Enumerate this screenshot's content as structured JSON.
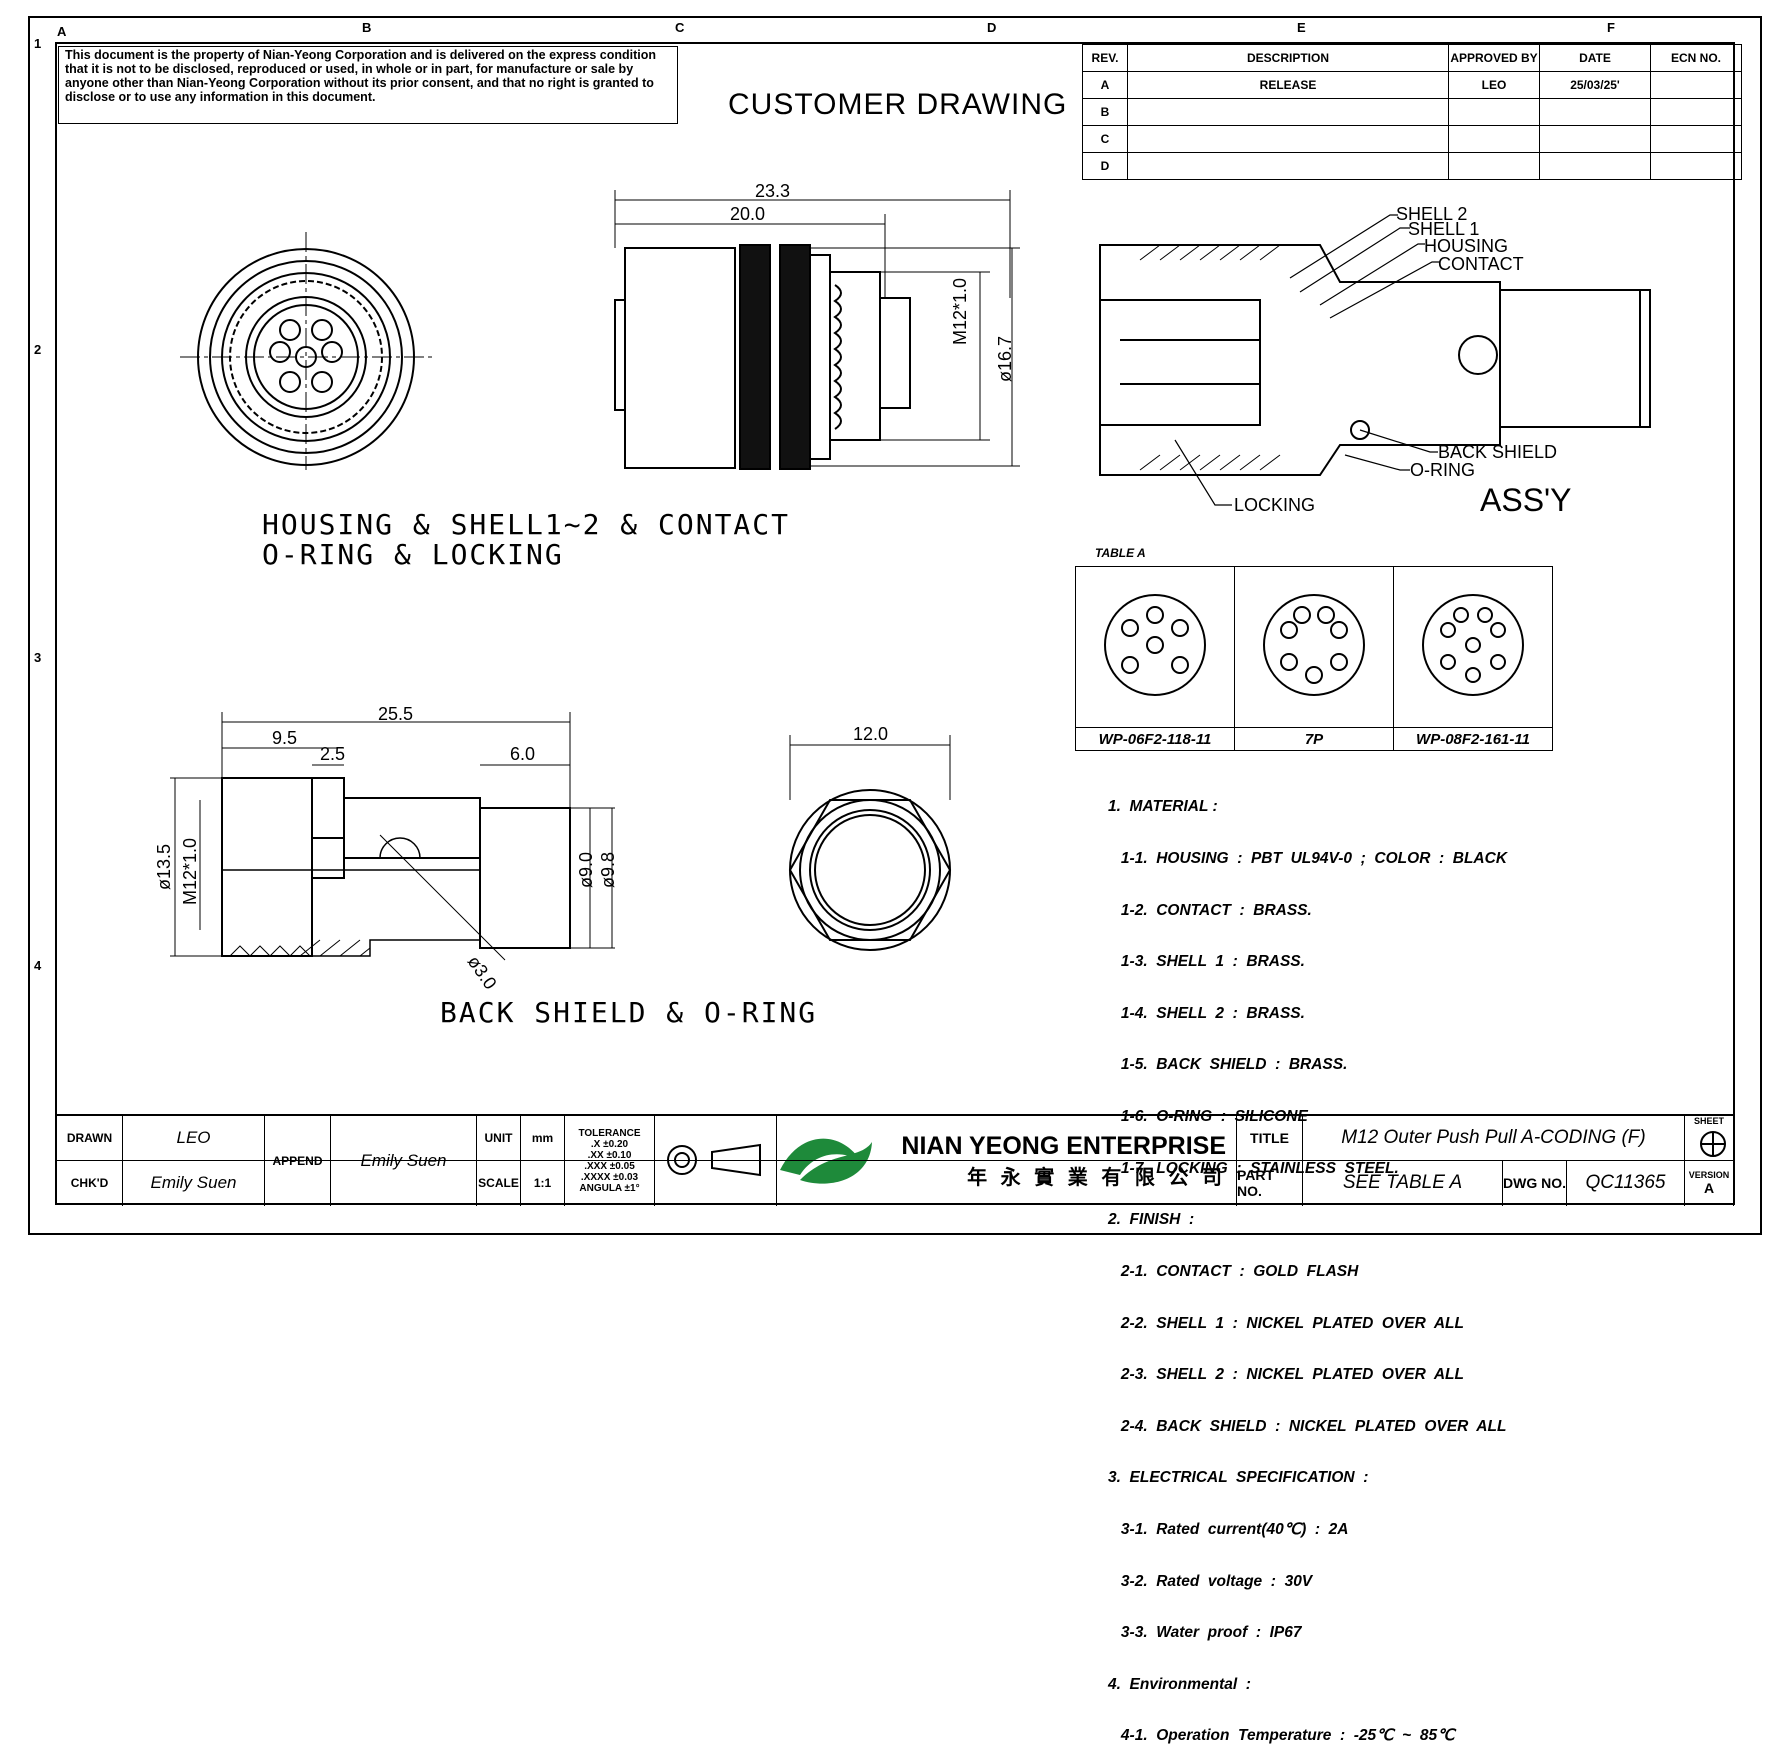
{
  "zones": {
    "top": [
      "A",
      "B",
      "C",
      "D",
      "E",
      "F"
    ],
    "left": [
      "1",
      "2",
      "3",
      "4"
    ]
  },
  "notice": "This document is the property of Nian-Yeong Corporation and is delivered on the express condition that it is not to be disclosed, reproduced or used, in whole or in part, for manufacture or sale by anyone other than Nian-Yeong Corporation without its prior consent, and that no right is granted to disclose or to use any information in this document.",
  "header_title": "CUSTOMER DRAWING",
  "revision_table": {
    "headers": [
      "REV.",
      "DESCRIPTION",
      "APPROVED BY",
      "DATE",
      "ECN NO."
    ],
    "rows": [
      {
        "rev": "A",
        "description": "RELEASE",
        "approved_by": "LEO",
        "date": "25/03/25'",
        "ecn": ""
      },
      {
        "rev": "B",
        "description": "",
        "approved_by": "",
        "date": "",
        "ecn": ""
      },
      {
        "rev": "C",
        "description": "",
        "approved_by": "",
        "date": "",
        "ecn": ""
      },
      {
        "rev": "D",
        "description": "",
        "approved_by": "",
        "date": "",
        "ecn": ""
      }
    ]
  },
  "view1": {
    "dims": {
      "d1": "23.3",
      "d2": "20.0",
      "thread": "M12*1.0",
      "dia": "ø16.7"
    },
    "caption_line1": "HOUSING & SHELL1~2 & CONTACT",
    "caption_line2": "O-RING  & LOCKING"
  },
  "assembly": {
    "labels": {
      "shell2": "SHELL 2",
      "shell1": "SHELL 1",
      "housing": "HOUSING",
      "contact": "CONTACT",
      "back_shield": "BACK SHIELD",
      "o_ring": "O-RING",
      "locking": "LOCKING"
    },
    "title": "ASS'Y"
  },
  "table_a": {
    "title": "TABLE A",
    "parts": [
      "WP-06F2-118-11",
      "7P",
      "WP-08F2-161-11"
    ]
  },
  "view2": {
    "dims": {
      "overall": "25.5",
      "a": "9.5",
      "b": "2.5",
      "c": "6.0",
      "dia1": "ø13.5",
      "thread": "M12*1.0",
      "dia2": "ø9.0",
      "dia3": "ø9.8",
      "hole": "ø3.0",
      "hex": "12.0"
    },
    "caption": "BACK SHIELD & O-RING"
  },
  "spec_lines": [
    "1.  MATERIAL :",
    "   1-1.  HOUSING  :  PBT  UL94V-0  ;  COLOR  :  BLACK",
    "   1-2.  CONTACT  :  BRASS.",
    "   1-3.  SHELL  1  :  BRASS.",
    "   1-4.  SHELL  2  :  BRASS.",
    "   1-5.  BACK  SHIELD  :  BRASS.",
    "   1-6.  O-RING  :  SILICONE",
    "   1-7.  LOCKING  :  STAINLESS  STEEL.",
    "2.  FINISH  :",
    "   2-1.  CONTACT  :  GOLD  FLASH",
    "   2-2.  SHELL  1  :  NICKEL  PLATED  OVER  ALL",
    "   2-3.  SHELL  2  :  NICKEL  PLATED  OVER  ALL",
    "   2-4.  BACK  SHIELD  :  NICKEL  PLATED  OVER  ALL",
    "3.  ELECTRICAL  SPECIFICATION  :",
    "   3-1.  Rated  current(40℃)  :  2A",
    "   3-2.  Rated  voltage  :  30V",
    "   3-3.  Water  proof  :  IP67",
    "4.  Environmental  :",
    "   4-1.  Operation  Temperature  :  -25℃  ~  85℃"
  ],
  "title_block": {
    "drawn_label": "DRAWN",
    "drawn": "LEO",
    "chkd_label": "CHK'D",
    "chkd": "Emily Suen",
    "append_label": "APPEND",
    "append": "Emily Suen",
    "unit_label": "UNIT",
    "unit": "mm",
    "scale_label": "SCALE",
    "scale": "1:1",
    "tolerance_title": "TOLERANCE",
    "tolerance_rows": [
      ".X  ±0.20",
      ".XX  ±0.10",
      ".XXX  ±0.05",
      ".XXXX  ±0.03",
      "ANGULA  ±1°"
    ],
    "company_en": "NIAN YEONG ENTERPRISE",
    "company_cn": "年 永 實 業 有 限 公 司",
    "title_label": "TITLE",
    "title": "M12 Outer Push Pull  A-CODING (F)",
    "part_label": "PART NO.",
    "part": "SEE TABLE A",
    "dwg_label": "DWG NO.",
    "dwg": "QC11365",
    "sheet_label": "SHEET",
    "version_label": "VERSION",
    "version": "A"
  }
}
